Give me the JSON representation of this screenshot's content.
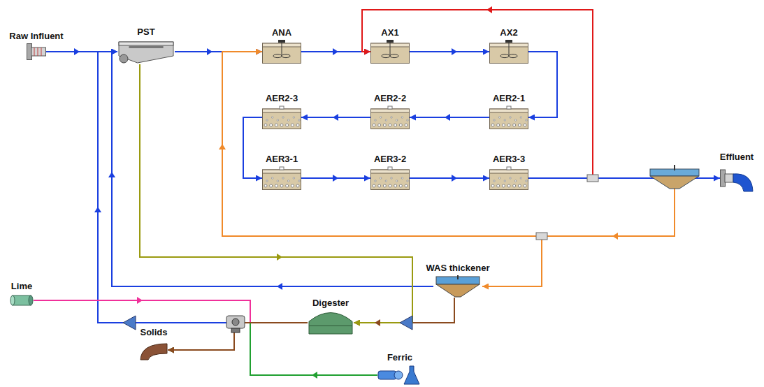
{
  "diagram": {
    "nodes": [
      {
        "text": [
          "Raw Influent"
        ]
      },
      {
        "text": [
          "PST"
        ]
      },
      {
        "text": [
          "ANA"
        ]
      },
      {
        "text": [
          "AX1"
        ]
      },
      {
        "text": [
          "AX2"
        ]
      },
      {
        "text": [
          "AER2-3"
        ]
      },
      {
        "text": [
          "AER2-2"
        ]
      },
      {
        "text": [
          "AER2-1"
        ]
      },
      {
        "text": [
          "AER3-1"
        ]
      },
      {
        "text": [
          "AER3-2"
        ]
      },
      {
        "text": [
          "AER3-3"
        ]
      },
      {
        "text": [
          "Effluent"
        ]
      },
      {
        "text": [
          "Lime"
        ]
      },
      {
        "text": [
          "WAS thickener"
        ]
      },
      {
        "text": [
          "Digester"
        ]
      },
      {
        "text": [
          "Solids"
        ]
      },
      {
        "text": [
          "Ferric"
        ]
      }
    ],
    "edges": [
      {
        "from": 0,
        "to": 1,
        "arrow": "to"
      },
      {
        "from": 1,
        "to": 2,
        "arrow": "to"
      },
      {
        "from": 2,
        "to": 3,
        "arrow": "to"
      },
      {
        "from": 3,
        "to": 4,
        "arrow": "to"
      },
      {
        "from": 4,
        "to": 7,
        "arrow": "to"
      },
      {
        "from": 7,
        "to": 6,
        "arrow": "to"
      },
      {
        "from": 6,
        "to": 5,
        "arrow": "to"
      },
      {
        "from": 5,
        "to": 8,
        "arrow": "to"
      },
      {
        "from": 8,
        "to": 9,
        "arrow": "to"
      },
      {
        "from": 9,
        "to": 10,
        "arrow": "to"
      },
      {
        "from": 10,
        "to": 2,
        "arrow": "to"
      },
      {
        "from": 10,
        "to": 13,
        "arrow": "to"
      },
      {
        "from": 10,
        "to": 3,
        "arrow": "to"
      },
      {
        "from": 10,
        "to": 11,
        "arrow": "to"
      },
      {
        "from": 13,
        "to": 1,
        "arrow": "to"
      },
      {
        "from": 13,
        "to": 14,
        "arrow": "to"
      },
      {
        "from": 1,
        "to": 14,
        "arrow": "to"
      },
      {
        "from": 14,
        "to": 1,
        "arrow": "to"
      },
      {
        "from": 12,
        "to": 15,
        "arrow": "to"
      },
      {
        "from": 16,
        "to": 15,
        "arrow": "to"
      },
      {
        "from": 14,
        "to": 15,
        "arrow": "to"
      }
    ]
  }
}
